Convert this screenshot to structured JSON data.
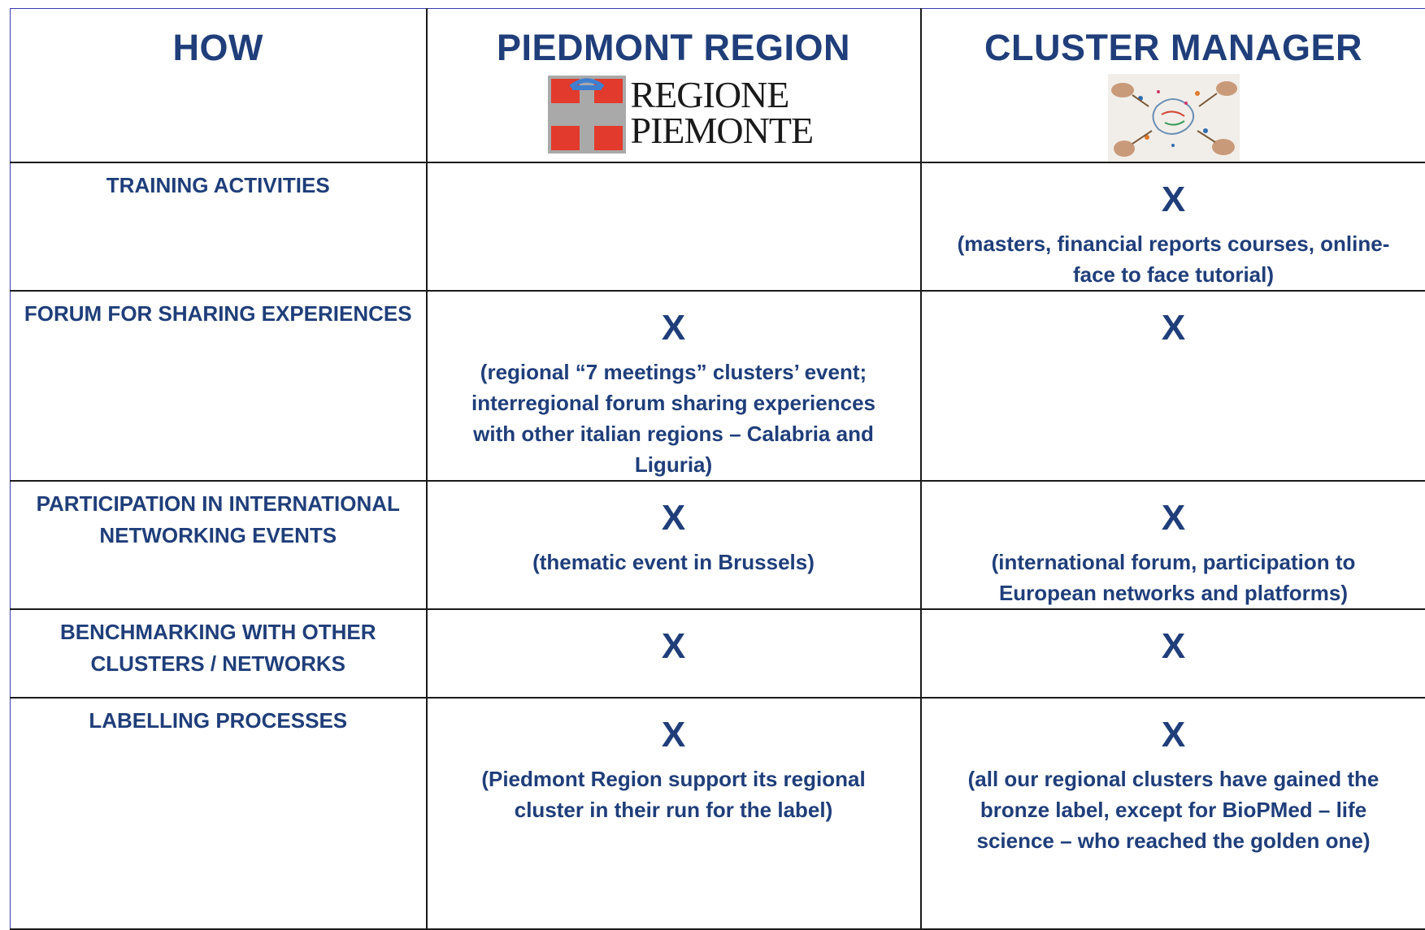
{
  "header": {
    "how": "HOW",
    "region": "PIEDMONT REGION",
    "cluster_manager": "CLUSTER MANAGER"
  },
  "logo": {
    "name": "regione-piemonte-logo",
    "line1": "REGIONE",
    "line2": "PIEMONTE",
    "colors": {
      "red": "#e23a2c",
      "gray": "#a9a9a9",
      "blue": "#3f7fd0"
    }
  },
  "photo": {
    "name": "collaboration-photo"
  },
  "colors": {
    "text": "#1f3e7a",
    "border": "#1a1a1a",
    "frame": "#3a3ab0"
  },
  "rows": [
    {
      "label": "TRAINING ACTIVITIES",
      "region_mark": "",
      "region_note": "",
      "cm_mark": "X",
      "cm_note": "(masters, financial reports courses, online-face to face tutorial)"
    },
    {
      "label": "FORUM FOR SHARING EXPERIENCES",
      "region_mark": "X",
      "region_note": "(regional “7 meetings” clusters’ event; interregional forum sharing experiences with other italian regions – Calabria and Liguria)",
      "cm_mark": "X",
      "cm_note": ""
    },
    {
      "label": "PARTICIPATION IN INTERNATIONAL NETWORKING EVENTS",
      "region_mark": "X",
      "region_note": "(thematic event in Brussels)",
      "cm_mark": "X",
      "cm_note": "(international forum, participation to European networks and platforms)"
    },
    {
      "label": "BENCHMARKING WITH OTHER CLUSTERS / NETWORKS",
      "region_mark": "X",
      "region_note": "",
      "cm_mark": "X",
      "cm_note": ""
    },
    {
      "label": "LABELLING PROCESSES",
      "region_mark": "X",
      "region_note": "(Piedmont Region support its regional cluster in their run for the label)",
      "cm_mark": "X",
      "cm_note": "(all our regional clusters have gained the bronze label, except for BioPMed – life science – who reached the golden one)"
    }
  ]
}
